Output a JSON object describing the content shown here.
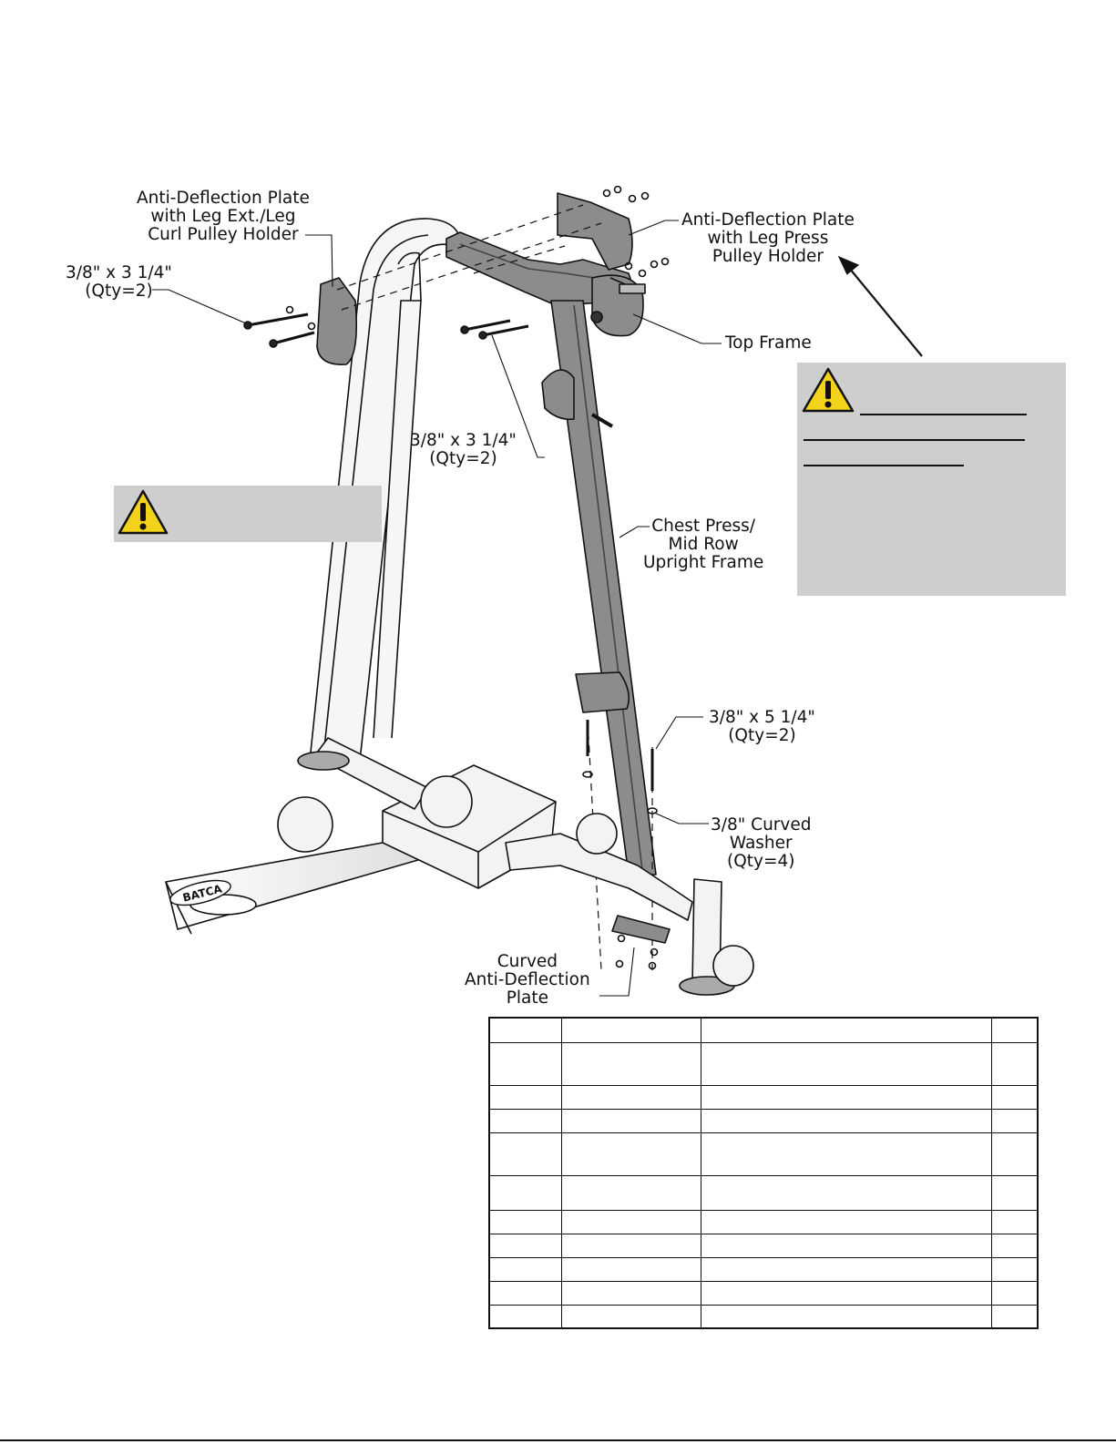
{
  "labels": {
    "anti_deflection_left": [
      "Anti-Deflection Plate",
      "with Leg Ext./Leg",
      "Curl Pulley Holder"
    ],
    "anti_deflection_right": [
      "Anti-Deflection Plate",
      "with Leg Press",
      "Pulley Holder"
    ],
    "bolt_left": [
      "3/8\" x 3  1/4\"",
      "(Qty=2)"
    ],
    "bolt_center": [
      "3/8\" x 3  1/4\"",
      "(Qty=2)"
    ],
    "top_frame": "Top Frame",
    "chest_press": [
      "Chest Press/",
      "Mid Row",
      "Upright Frame"
    ],
    "bolt_long": [
      "3/8\" x 5  1/4\"",
      "(Qty=2)"
    ],
    "curved_washer": [
      "3/8\" Curved",
      "Washer",
      "(Qty=4)"
    ],
    "curved_plate": [
      "Curved",
      "Anti-Deflection",
      "Plate"
    ]
  },
  "logo_text": "BATCA",
  "colors": {
    "warning_box": "#cecece",
    "warning_icon": "#f2d21b",
    "frame_dark": "#8c8c8c",
    "frame_light": "#f4f4f4"
  },
  "icons": [
    "warning-icon"
  ],
  "parts_table": {
    "columns": 4,
    "rows": 10
  }
}
